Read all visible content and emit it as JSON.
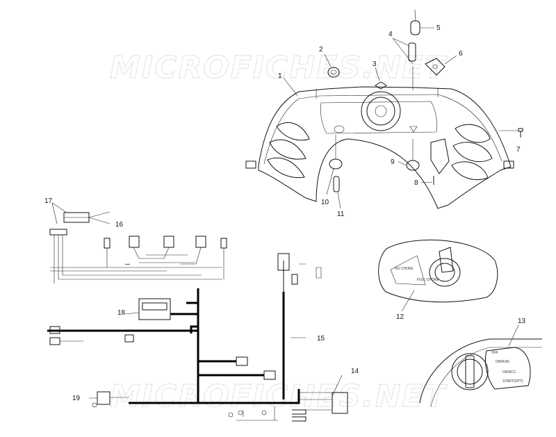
{
  "watermark": "MICROFICHES.NET",
  "callouts": [
    "1",
    "2",
    "3",
    "4",
    "5",
    "6",
    "7",
    "8",
    "9",
    "10",
    "11",
    "12",
    "13",
    "14",
    "15",
    "16",
    "17",
    "18",
    "19"
  ],
  "inset_throttle": {
    "labels": [
      "NO CHOKE",
      "FULL CHOKE"
    ]
  },
  "inset_ignition": {
    "labels": [
      "OFF",
      "ON/RUN",
      "ON/ACC",
      "START(OPT)"
    ]
  }
}
